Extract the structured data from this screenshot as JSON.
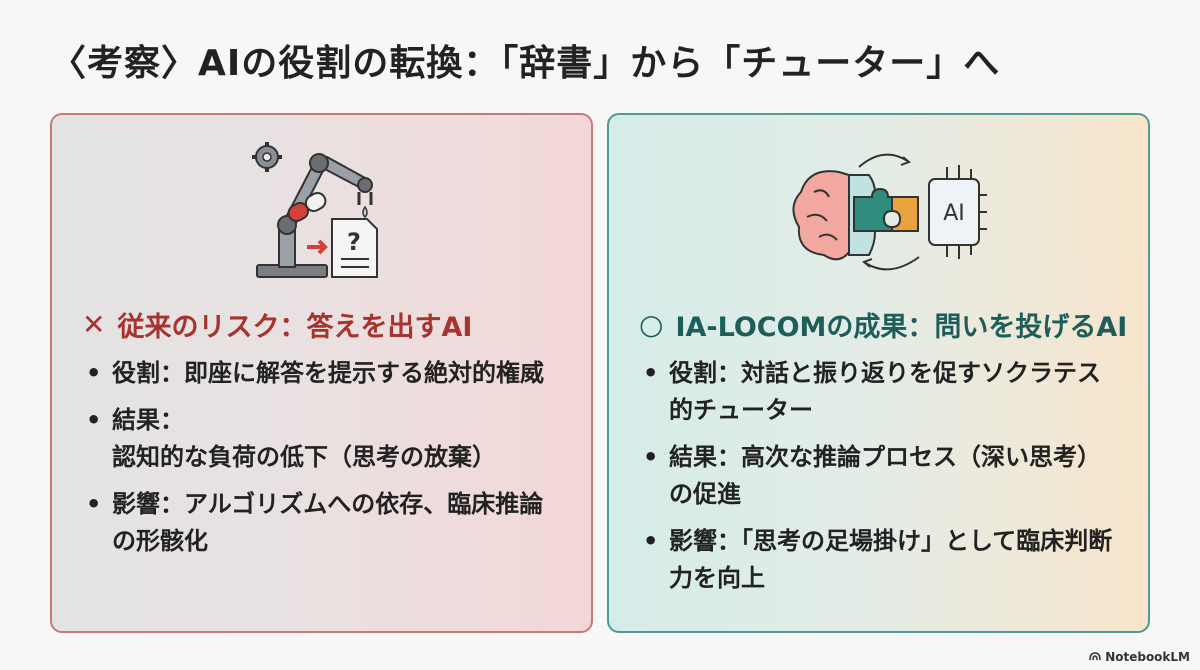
{
  "title": "〈考察〉AIの役割の転換：「辞書」から「チューター」へ",
  "left": {
    "heading": "従来のリスク：答えを出すAI",
    "mark": "✕",
    "items": [
      {
        "label": "役割：",
        "text": "即座に解答を提示する絶対的権威"
      },
      {
        "label": "結果：",
        "text": "認知的な負荷の低下（思考の放棄）"
      },
      {
        "label": "影響：",
        "text": "アルゴリズムへの依存、臨床推論の形骸化"
      }
    ]
  },
  "right": {
    "heading": "IA-LOCOMの成果：問いを投げるAI",
    "mark": "○",
    "ai_chip_label": "AI",
    "items": [
      {
        "label": "役割：",
        "text": "対話と振り返りを促すソクラテス的チューター"
      },
      {
        "label": "結果：",
        "text": "高次な推論プロセス（深い思考）の促進"
      },
      {
        "label": "影響：",
        "text": "「思考の足場掛け」として臨床判断力を向上"
      }
    ]
  },
  "watermark": "NotebookLM",
  "colors": {
    "left_accent": "#a8322e",
    "right_accent": "#1d5e5a",
    "puzzle_green": "#2e8b7d",
    "puzzle_orange": "#e8a33d"
  },
  "icons": {
    "left": [
      "robot-arm-icon",
      "gear-icon",
      "capsule-icon",
      "document-question-icon"
    ],
    "right": [
      "brain-icon",
      "puzzle-icon",
      "ai-chip-icon",
      "cycle-arrows-icon"
    ]
  }
}
